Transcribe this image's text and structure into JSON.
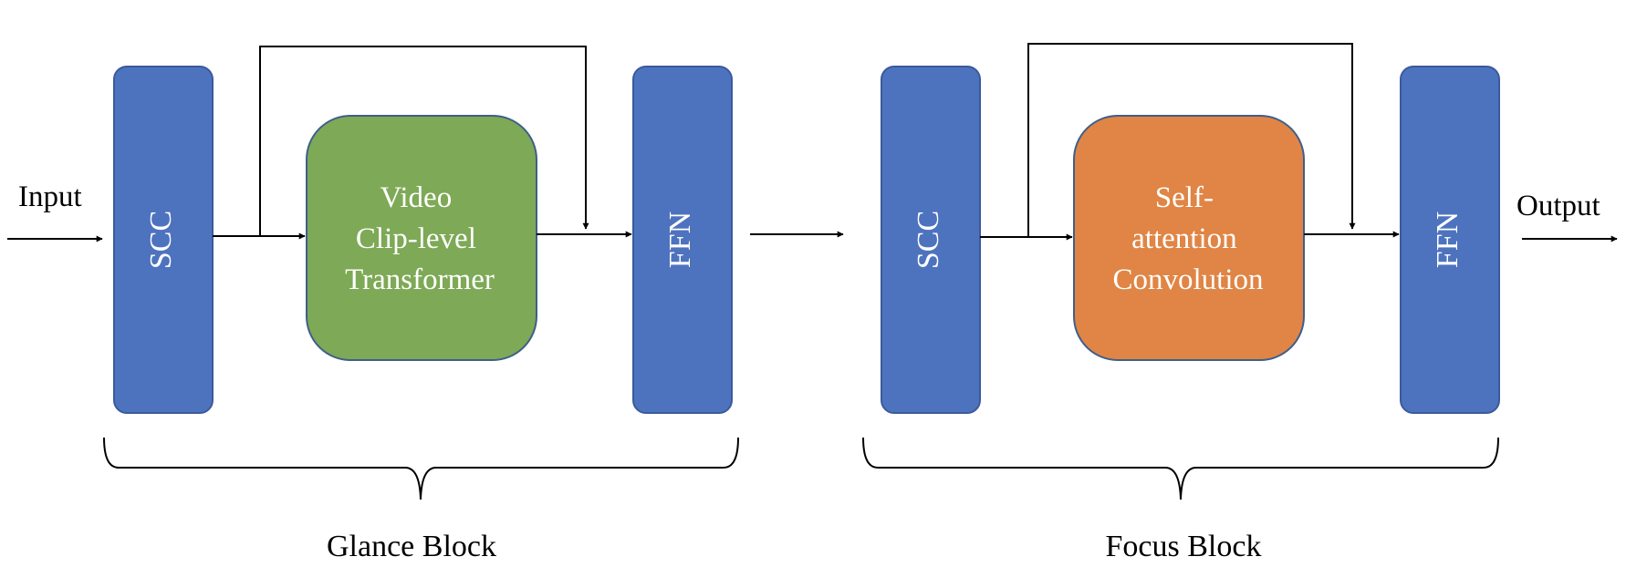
{
  "labels": {
    "input": "Input",
    "output": "Output",
    "glance_scc": "SCC",
    "glance_core": [
      "Video",
      "Clip-level",
      "Transformer"
    ],
    "glance_ffn": "FFN",
    "focus_scc": "SCC",
    "focus_core": [
      "Self-",
      "attention",
      "Convolution"
    ],
    "focus_ffn": "FFN",
    "glance_block": "Glance Block",
    "focus_block": "Focus Block"
  },
  "colors": {
    "blue_fill": "#4E73BE",
    "blue_stroke": "#3A5A9C",
    "green_fill": "#7EA956",
    "green_stroke": "#3E5F8A",
    "orange_fill": "#E08545",
    "orange_stroke": "#3E5F8A",
    "line": "#000000"
  }
}
